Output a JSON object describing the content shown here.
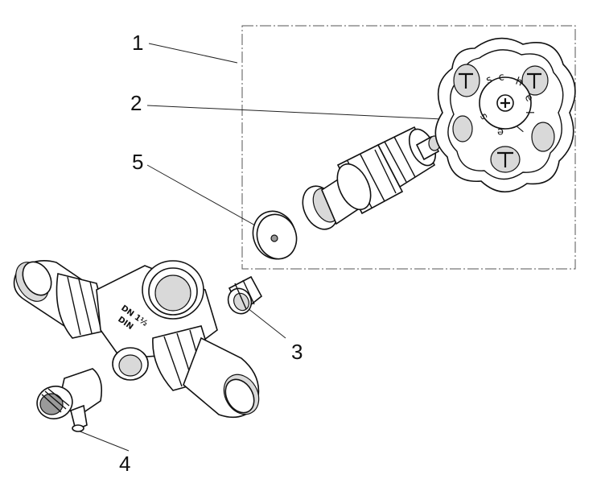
{
  "callouts": {
    "c1": "1",
    "c2": "2",
    "c3": "3",
    "c4": "4",
    "c5": "5"
  },
  "wheel_text": [
    "s",
    "c",
    "h",
    "e",
    "l",
    "l",
    "e",
    "s"
  ],
  "stamp_text": [
    "DN 1½",
    "DIN"
  ]
}
